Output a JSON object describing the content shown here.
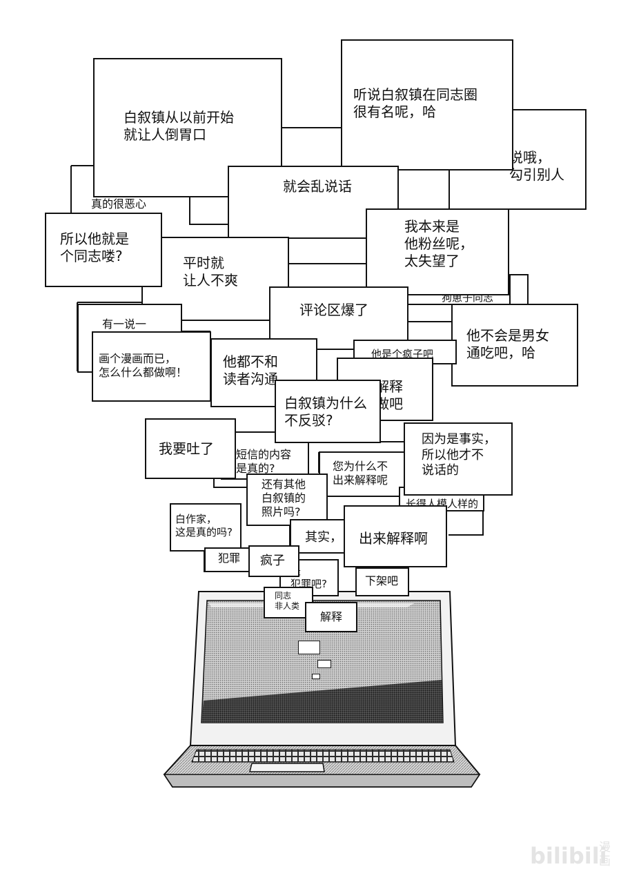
{
  "comments": [
    {
      "id": "c1",
      "text": "白叙镇从以前开始\n就让人倒胃口"
    },
    {
      "id": "c2",
      "text": "听说白叙镇在同志圈\n很有名呢，哈"
    },
    {
      "id": "c3",
      "text": "说哦，\n勾引别人"
    },
    {
      "id": "c4",
      "text": "就会乱说话"
    },
    {
      "id": "c5",
      "text": "真的很恶心"
    },
    {
      "id": "c6",
      "text": "所以他就是\n个同志喽?"
    },
    {
      "id": "c7",
      "text": "我本来是\n他粉丝呢，\n太失望了"
    },
    {
      "id": "c8",
      "text": "平时就\n让人不爽"
    },
    {
      "id": "c9",
      "text": "狗崽子同志"
    },
    {
      "id": "c10",
      "text": "评论区爆了"
    },
    {
      "id": "c11",
      "text": "有一说一"
    },
    {
      "id": "c12",
      "text": "他不会是男女\n通吃吧，哈"
    },
    {
      "id": "c13",
      "text": "画个漫画而已，\n怎么什么都做啊！"
    },
    {
      "id": "c14",
      "text": "他都不和\n读者沟通"
    },
    {
      "id": "c15",
      "text": "他是个疯子吧"
    },
    {
      "id": "c16",
      "text": "解释\n做吧"
    },
    {
      "id": "c17",
      "text": "白叙镇为什么\n不反驳?"
    },
    {
      "id": "c18",
      "text": "我要吐了"
    },
    {
      "id": "c19",
      "text": "短信的内容\n是真的?"
    },
    {
      "id": "c20",
      "text": "因为是事实，\n所以他才不\n说话的"
    },
    {
      "id": "c21",
      "text": "您为什么不\n出来解释呢"
    },
    {
      "id": "c22",
      "text": "还有其他\n白叙镇的\n照片吗?"
    },
    {
      "id": "c23",
      "text": "长得人模人样的"
    },
    {
      "id": "c24",
      "text": "白作家，\n这是真的吗?"
    },
    {
      "id": "c25",
      "text": "其实，"
    },
    {
      "id": "c26",
      "text": "出来解释啊"
    },
    {
      "id": "c27",
      "text": "犯罪"
    },
    {
      "id": "c28",
      "text": "疯子"
    },
    {
      "id": "c29",
      "text": "是\n犯罪吧?"
    },
    {
      "id": "c30",
      "text": "下架吧"
    },
    {
      "id": "c31",
      "text": "同志\n非人类"
    },
    {
      "id": "c32",
      "text": "解释"
    }
  ],
  "watermark": {
    "logo": "bilibili",
    "subtitle_top": "漫",
    "subtitle_bottom": "画"
  }
}
